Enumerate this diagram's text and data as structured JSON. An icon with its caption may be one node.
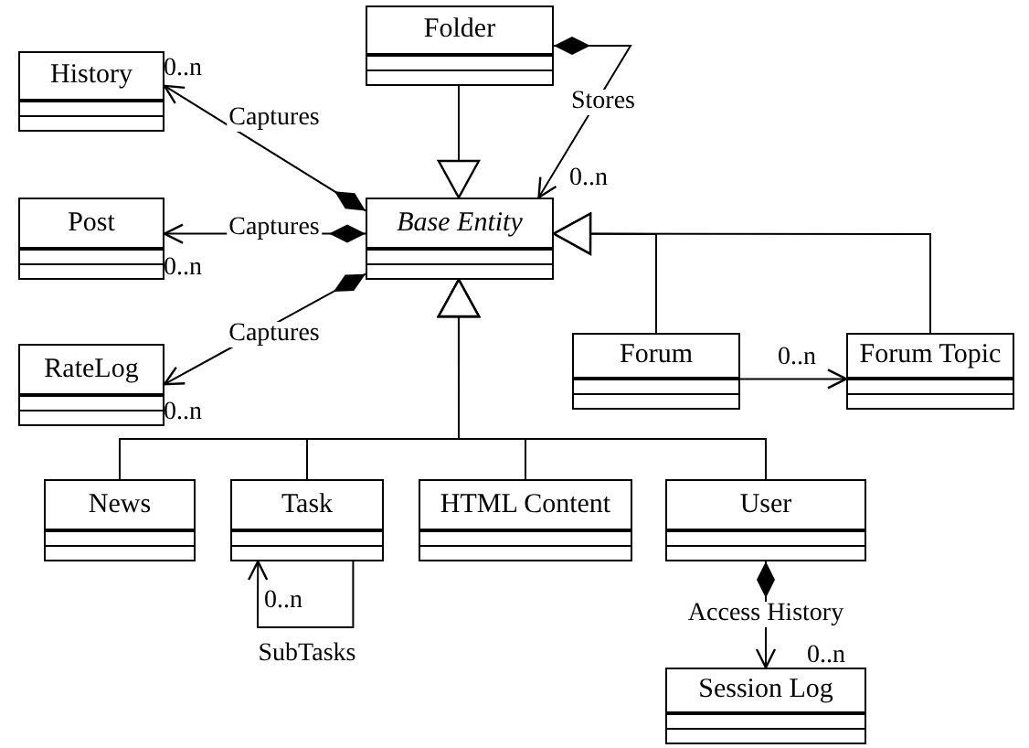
{
  "diagram": {
    "nodes": [
      {
        "text": [
          "Folder"
        ]
      },
      {
        "text": [
          "History"
        ]
      },
      {
        "text": [
          "Base Entity"
        ]
      },
      {
        "text": [
          "Post"
        ]
      },
      {
        "text": [
          "Forum"
        ]
      },
      {
        "text": [
          "Forum Topic"
        ]
      },
      {
        "text": [
          "RateLog"
        ]
      },
      {
        "text": [
          "News"
        ]
      },
      {
        "text": [
          "Task"
        ]
      },
      {
        "text": [
          "HTML Content"
        ]
      },
      {
        "text": [
          "User"
        ]
      },
      {
        "text": [
          "Session Log"
        ]
      }
    ],
    "edges": [
      {
        "from": 0,
        "to": 2,
        "arrow": "to"
      },
      {
        "from": 0,
        "to": 2,
        "arrow": "to",
        "label": "Stores"
      },
      {
        "from": 2,
        "to": 1,
        "arrow": "to",
        "label": "Captures"
      },
      {
        "from": 2,
        "to": 3,
        "arrow": "to",
        "label": "Captures"
      },
      {
        "from": 2,
        "to": 6,
        "arrow": "to",
        "label": "Captures"
      },
      {
        "from": 4,
        "to": 2,
        "arrow": "to"
      },
      {
        "from": 5,
        "to": 2,
        "arrow": "to"
      },
      {
        "from": 4,
        "to": 5,
        "arrow": "to"
      },
      {
        "from": 7,
        "to": 2,
        "arrow": "to"
      },
      {
        "from": 8,
        "to": 2,
        "arrow": "to"
      },
      {
        "from": 9,
        "to": 2,
        "arrow": "to"
      },
      {
        "from": 10,
        "to": 2,
        "arrow": "to"
      },
      {
        "from": 8,
        "to": 8,
        "arrow": "to",
        "label": "SubTasks"
      },
      {
        "from": 10,
        "to": 11,
        "arrow": "to",
        "label": "Access History"
      }
    ],
    "labels": [
      "0..n",
      "0..n",
      "0..n",
      "0..n",
      "0..n",
      "0..n",
      "0..n"
    ]
  }
}
